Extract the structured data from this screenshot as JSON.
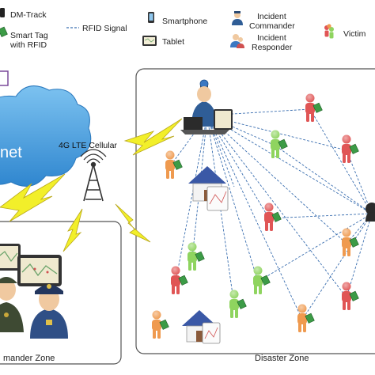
{
  "legend": {
    "dm_track": "DM-Track",
    "rfid_signal": "RFID Signal",
    "smart_tag": [
      "Smart Tag",
      "with RFID"
    ],
    "smartphone": "Smartphone",
    "tablet": "Tablet",
    "incident_commander": [
      "Incident",
      "Commander"
    ],
    "incident_responder": [
      "Incident",
      "Responder"
    ],
    "victim": "Victim"
  },
  "labels": {
    "internet_fragment": "net",
    "cellular": "4G LTE Cellular",
    "commander_zone": "mander Zone",
    "disaster_zone": "Disaster Zone"
  },
  "colors": {
    "victim_red": "#e05555",
    "victim_green": "#8fd45f",
    "victim_orange": "#ef9a4f",
    "cloud_blue": "#4fa3e0",
    "bolt_yellow": "#f2ef2a",
    "link_blue": "#3b6fb0"
  },
  "icons": {
    "dm_track": "phone-icon",
    "rfid_signal": "dashed-line",
    "smart_tag": "rfid-tag-icon",
    "smartphone": "smartphone-icon",
    "tablet": "tablet-icon",
    "incident_commander": "commander-icon",
    "incident_responder": "responder-icon",
    "victim": "victim-icon",
    "tower": "cell-tower-icon",
    "house": "house-icon"
  }
}
